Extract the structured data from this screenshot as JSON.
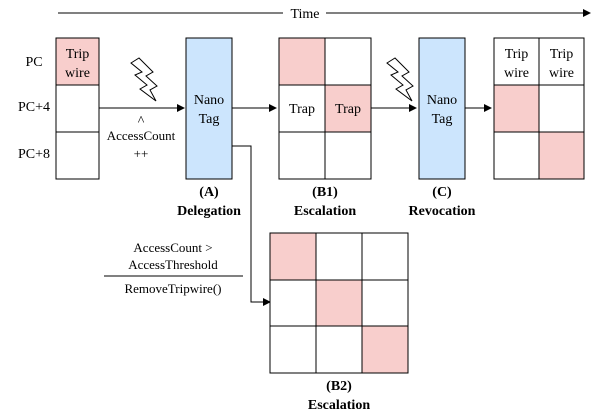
{
  "colors": {
    "pink": "#f8cecc",
    "blue": "#cce5fd",
    "stroke": "#000000",
    "white": "#ffffff"
  },
  "time_label": "Time",
  "row_labels": [
    "PC",
    "PC+4",
    "PC+8"
  ],
  "tripwire_text": [
    "Trip",
    "wire"
  ],
  "nanotag_text": [
    "Nano",
    "Tag"
  ],
  "access_op": [
    "^",
    "AccessCount",
    "++"
  ],
  "trap_text": "Trap",
  "condition_top": [
    "AccessCount >",
    "AccessThreshold"
  ],
  "condition_action": "RemoveTripwire()",
  "stages": {
    "A": {
      "id": "(A)",
      "name": "Delegation"
    },
    "B1": {
      "id": "(B1)",
      "name": "Escalation"
    },
    "C": {
      "id": "(C)",
      "name": "Revocation"
    },
    "B2": {
      "id": "(B2)",
      "name": "Escalation"
    }
  },
  "icons": {
    "interrupt": "lightning-bolt-icon"
  }
}
